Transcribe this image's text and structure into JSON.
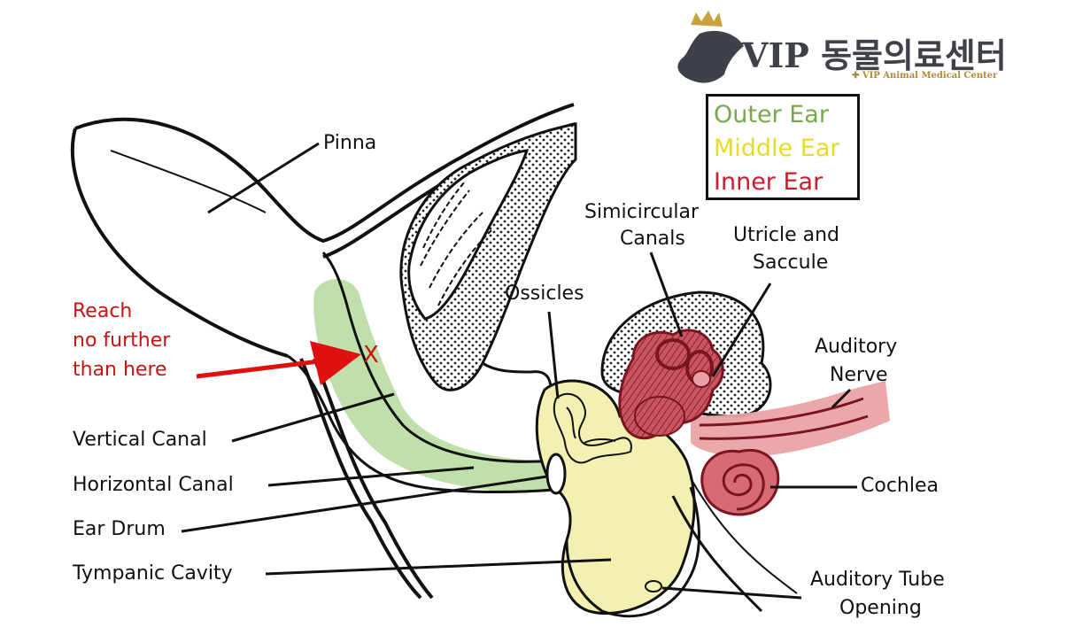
{
  "logo": {
    "title": "VIP 동물의료센터",
    "subtitle": "✚ VIP Animal Medical Center"
  },
  "legend": {
    "outer": "Outer Ear",
    "middle": "Middle Ear",
    "inner": "Inner Ear"
  },
  "colors": {
    "outer": "#7aa84e",
    "middle": "#e8e23a",
    "inner": "#cc1d2c",
    "warning": "#e01010"
  },
  "labels": {
    "pinna": "Pinna",
    "semicircular_1": "Simicircular",
    "semicircular_2": "Canals",
    "utricle_1": "Utricle and",
    "utricle_2": "Saccule",
    "ossicles": "Ossicles",
    "auditory_nerve_1": "Auditory",
    "auditory_nerve_2": "Nerve",
    "vertical_canal": "Vertical Canal",
    "horizontal_canal": "Horizontal Canal",
    "ear_drum": "Ear Drum",
    "tympanic_cavity": "Tympanic Cavity",
    "cochlea": "Cochlea",
    "auditory_tube_1": "Auditory Tube",
    "auditory_tube_2": "Opening"
  },
  "warning": {
    "line1": "Reach",
    "line2": "no further",
    "line3": "than here",
    "mark": "X"
  }
}
